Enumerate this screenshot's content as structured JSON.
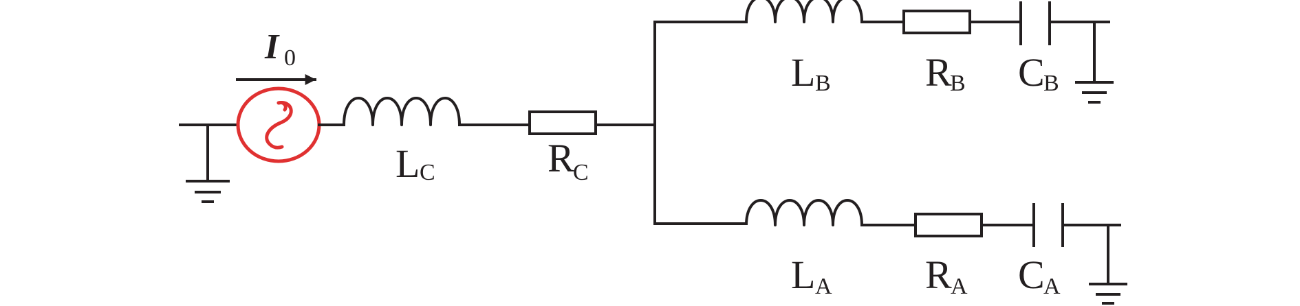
{
  "diagram": {
    "current": {
      "symbol": "I",
      "subscript": "0"
    },
    "source_branch": {
      "inductor": {
        "symbol": "L",
        "subscript": "C"
      },
      "resistor": {
        "symbol": "R",
        "subscript": "C"
      }
    },
    "branch_b": {
      "inductor": {
        "symbol": "L",
        "subscript": "B"
      },
      "resistor": {
        "symbol": "R",
        "subscript": "B"
      },
      "capacitor": {
        "symbol": "C",
        "subscript": "B"
      }
    },
    "branch_a": {
      "inductor": {
        "symbol": "L",
        "subscript": "A"
      },
      "resistor": {
        "symbol": "R",
        "subscript": "A"
      },
      "capacitor": {
        "symbol": "C",
        "subscript": "A"
      }
    },
    "colors": {
      "line": "#231f20",
      "source": "#e03131"
    },
    "icons": {
      "source": "ac-source-icon",
      "ground": "ground-icon"
    }
  }
}
